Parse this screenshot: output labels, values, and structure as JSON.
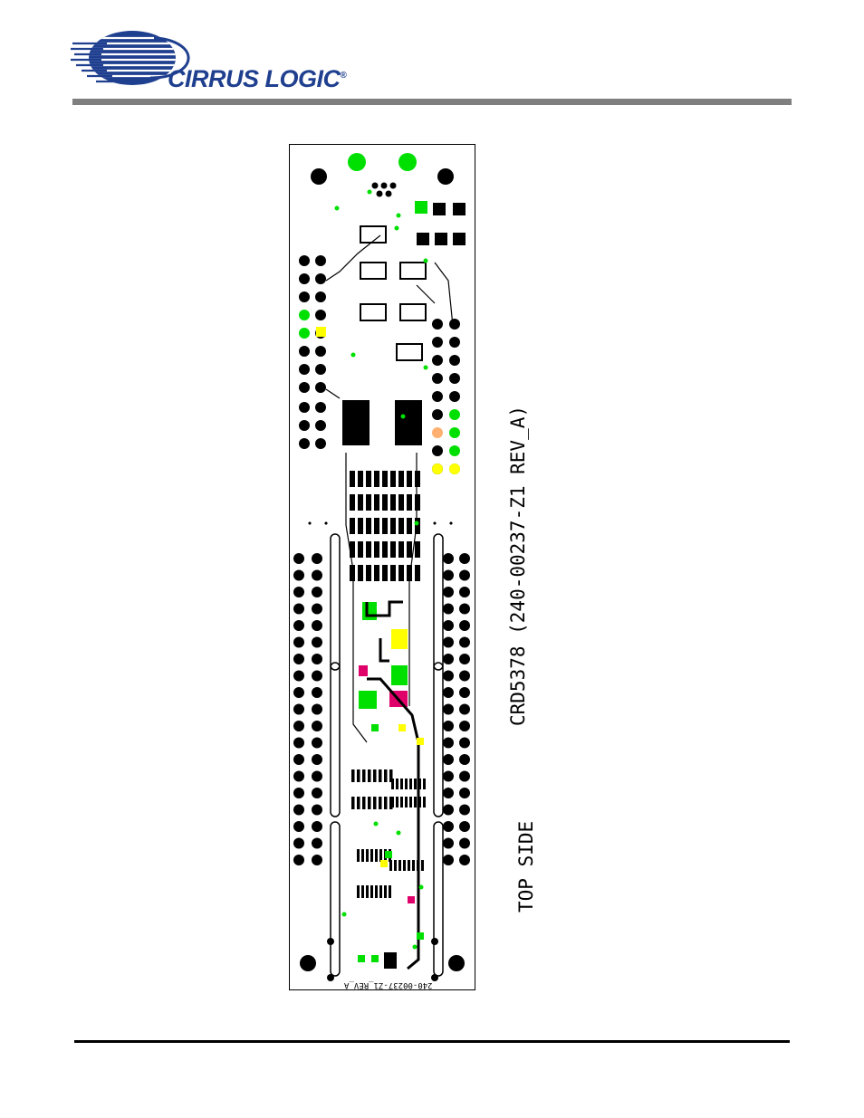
{
  "header": {
    "brand": "CIRRUS LOGIC",
    "registered_mark": "®"
  },
  "figure": {
    "board_title": "CRD5378 (240-00237-Z1 REV_A)",
    "side_label": "TOP SIDE",
    "silkscreen_text": "240-00237-Z1_REV_A"
  },
  "colors": {
    "brand_blue": "#1f3f8f",
    "header_rule": "#7f7f7f",
    "pad_green": "#00e000",
    "pad_yellow": "#ffff00",
    "pad_magenta": "#e0006a",
    "pad_orange": "#ffb070",
    "copper_black": "#000000"
  }
}
